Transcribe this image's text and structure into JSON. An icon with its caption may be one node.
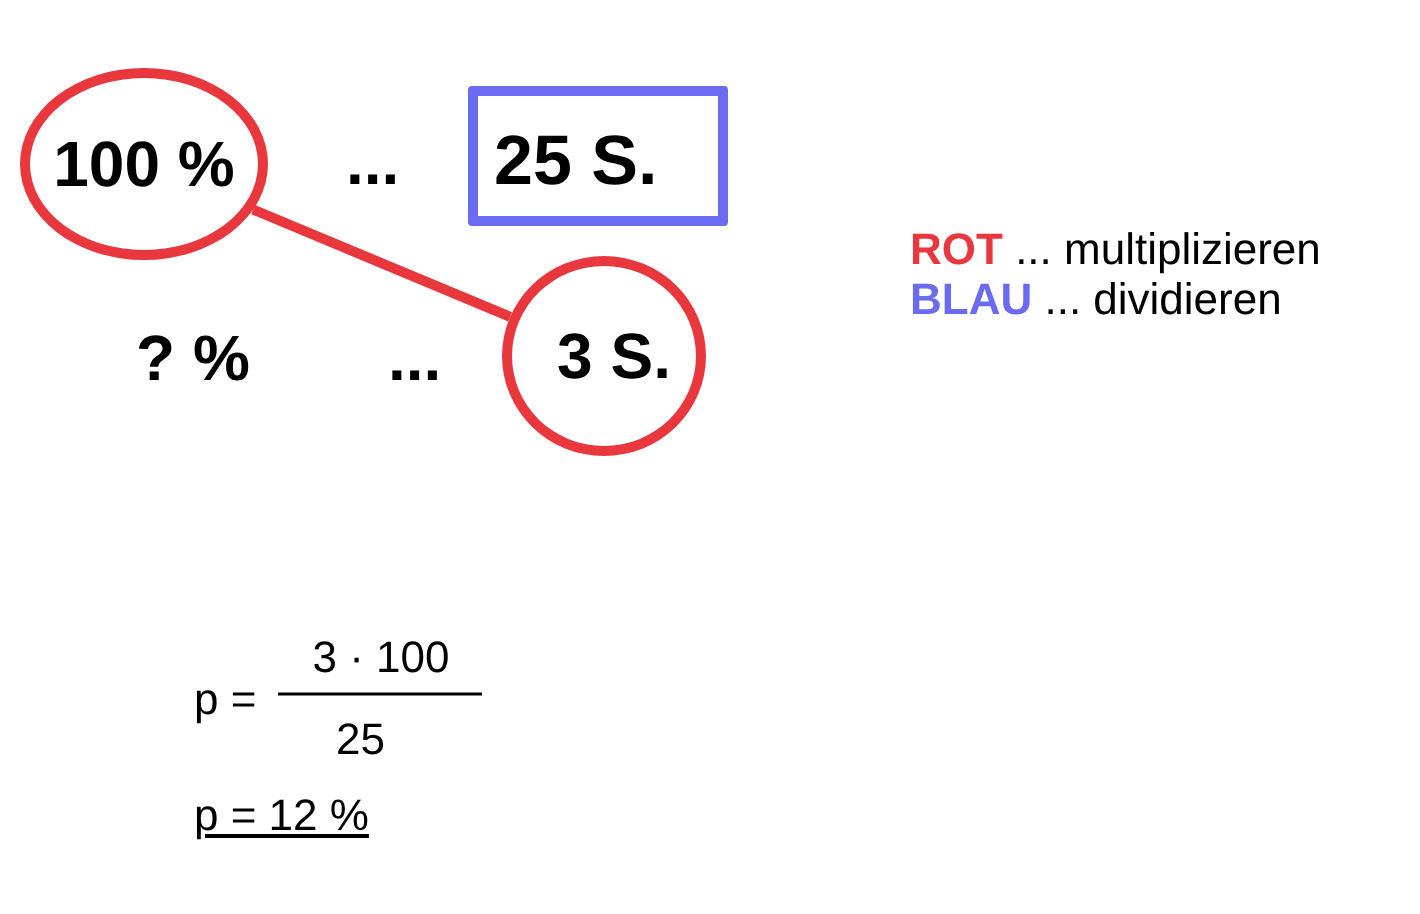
{
  "diagram": {
    "nodes": [
      {
        "text": [
          "100 %"
        ]
      },
      {
        "text": [
          "25 S."
        ]
      },
      {
        "text": [
          "3 S."
        ]
      }
    ],
    "edges": [
      {
        "from": 0,
        "to": 2,
        "arrow": "none",
        "color": "#e8383d"
      }
    ],
    "labels": [
      "...",
      "? %",
      "...",
      "p =",
      "3 · 100",
      "25",
      "p = 12 %"
    ],
    "legend": [
      {
        "text": "ROT ... multiplizieren",
        "color": "#e8383d"
      },
      {
        "text": "BLAU ... dividieren",
        "color": "#6b6bf2"
      }
    ]
  }
}
